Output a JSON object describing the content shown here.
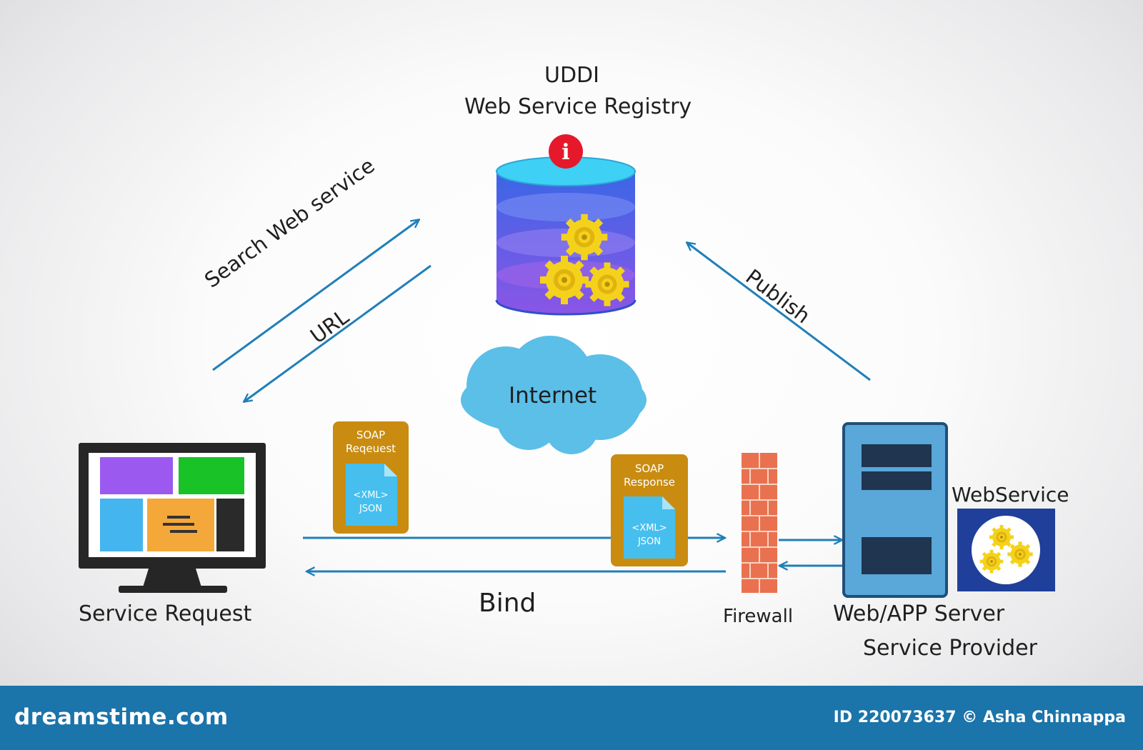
{
  "registry": {
    "line1": "UDDI",
    "line2": "Web Service Registry",
    "info_glyph": "i"
  },
  "flows": {
    "search": "Search Web service",
    "url": "URL",
    "publish": "Publish",
    "bind": "Bind"
  },
  "cloud": {
    "label": "Internet"
  },
  "soap_request": {
    "line1": "SOAP",
    "line2": "Reqeuest",
    "doc_line1": "<XML>",
    "doc_line2": "JSON"
  },
  "soap_response": {
    "line1": "SOAP",
    "line2": "Response",
    "doc_line1": "<XML>",
    "doc_line2": "JSON"
  },
  "client": {
    "label": "Service Request"
  },
  "firewall": {
    "label": "Firewall"
  },
  "server": {
    "label1": "Web/APP Server",
    "label2": "Service Provider"
  },
  "webservice": {
    "label": "WebService"
  },
  "footer": {
    "brand": "dreamstime.com",
    "credit": "ID 220073637 © Asha Chinnappa"
  },
  "colors": {
    "arrow": "#1f7fb8",
    "db_blue": "#3f5fe0",
    "gear": "#f4d21c",
    "cloud": "#5bbfe8",
    "soap_card": "#c98c10",
    "doc": "#46bfee",
    "brick": "#e9714f",
    "server": "#5aa7d9",
    "footer": "#1b74aa"
  },
  "icons": [
    "database-icon",
    "gear-icon",
    "cloud-icon",
    "monitor-icon",
    "document-icon",
    "firewall-icon",
    "server-icon",
    "info-icon"
  ]
}
